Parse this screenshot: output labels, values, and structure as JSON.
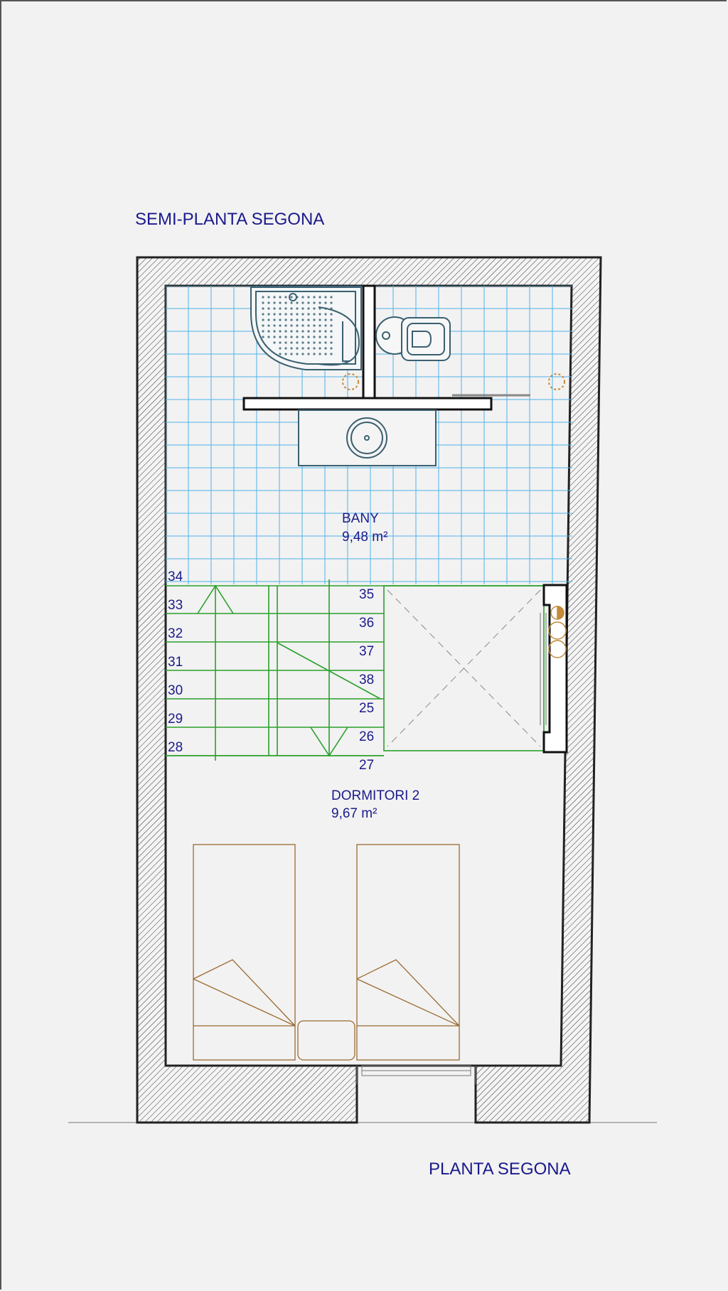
{
  "drawing": {
    "title_upper": "SEMI-PLANTA SEGONA",
    "title_lower": "PLANTA SEGONA"
  },
  "rooms": [
    {
      "name": "BANY",
      "area": "9,48 m²"
    },
    {
      "name": "DORMITORI 2",
      "area": "9,67 m²"
    }
  ],
  "stairs": {
    "left_steps": [
      "34",
      "33",
      "32",
      "31",
      "30",
      "29",
      "28"
    ],
    "right_steps": [
      "35",
      "36",
      "37",
      "38",
      "25",
      "26",
      "27"
    ]
  },
  "colors": {
    "wall": "#222222",
    "tile_grid": "#4fb3ea",
    "stair": "#2aa02a",
    "fixture": "#3a6070",
    "furniture": "#9a6a30",
    "text": "#1a1a8c"
  }
}
